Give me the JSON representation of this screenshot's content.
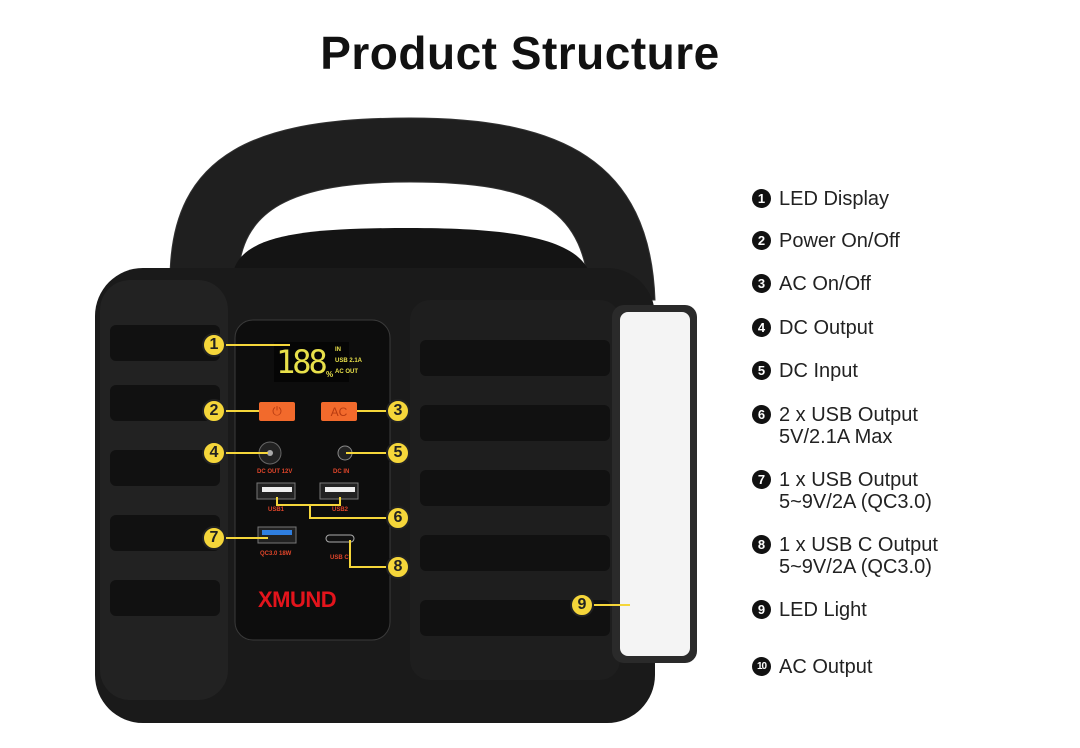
{
  "title": "Product Structure",
  "device": {
    "lcd": {
      "digits": "188",
      "percent": "%",
      "in": "IN",
      "usb": "USB 2.1A",
      "ac_out": "AC OUT"
    },
    "power_button_icon": "power-icon",
    "ac_button": "AC",
    "port_labels": {
      "dc_out": "DC OUT 12V",
      "dc_in": "DC IN",
      "usb1": "USB1",
      "usb2": "USB2",
      "qc": "QC3.0 18W",
      "usbc": "USB C"
    },
    "brand": "XMUND"
  },
  "callouts": [
    "1",
    "2",
    "3",
    "4",
    "5",
    "6",
    "7",
    "8",
    "9"
  ],
  "legend": [
    {
      "num": "1",
      "label": "LED Display"
    },
    {
      "num": "2",
      "label": "Power On/Off"
    },
    {
      "num": "3",
      "label": "AC On/Off"
    },
    {
      "num": "4",
      "label": "DC Output"
    },
    {
      "num": "5",
      "label": "DC Input"
    },
    {
      "num": "6",
      "label": "2 x USB Output",
      "detail": "5V/2.1A Max"
    },
    {
      "num": "7",
      "label": "1 x USB Output",
      "detail": "5~9V/2A (QC3.0)"
    },
    {
      "num": "8",
      "label": "1 x USB C Output",
      "detail": "5~9V/2A (QC3.0)"
    },
    {
      "num": "9",
      "label": "LED Light"
    },
    {
      "num": "10",
      "label": "AC Output"
    }
  ],
  "colors": {
    "callout": "#f5d63a",
    "button": "#f26a2c",
    "brand": "#e3141c",
    "lcd": "#e8e04a",
    "qc_port": "#2f7fe0"
  }
}
